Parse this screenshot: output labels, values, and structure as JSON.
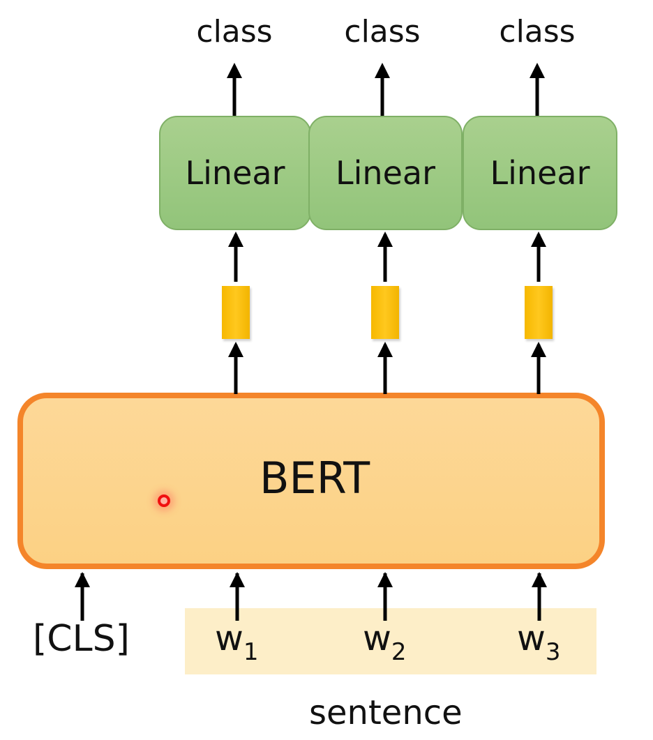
{
  "diagram": {
    "outputs": [
      "class",
      "class",
      "class"
    ],
    "linear_layers": [
      "Linear",
      "Linear",
      "Linear"
    ],
    "encoder_label": "BERT",
    "inputs": {
      "cls_token": "[CLS]",
      "tokens": [
        {
          "base": "w",
          "sub": "1"
        },
        {
          "base": "w",
          "sub": "2"
        },
        {
          "base": "w",
          "sub": "3"
        }
      ],
      "group_label": "sentence"
    },
    "colors": {
      "linear_fill": "#a9d08e",
      "linear_border": "#7fb066",
      "vector_fill": "#ffc000",
      "bert_fill": "#fdd590",
      "bert_border": "#f4852a",
      "sentence_band": "#fdeec8",
      "pointer": "#f01010"
    }
  }
}
